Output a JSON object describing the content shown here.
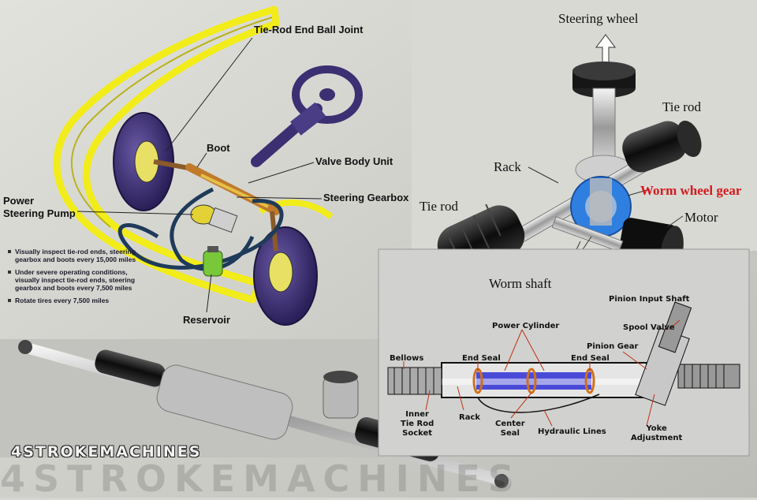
{
  "upper_left": {
    "tie_rod_end": "Tie-Rod End Ball Joint",
    "boot": "Boot",
    "valve_body": "Valve Body Unit",
    "power_steering_pump": "Power\nSteering Pump",
    "steering_gearbox": "Steering Gearbox",
    "reservoir": "Reservoir",
    "notes": [
      "Visually inspect tie-rod ends, steering gearbox and boots every 15,000 miles",
      "Under severe operating conditions, visually inspect tie-rod ends, steering gearbox and boots every 7,500 miles",
      "Rotate tires every 7,500 miles"
    ]
  },
  "upper_right": {
    "steering_wheel": "Steering wheel",
    "tie_rod_right": "Tie rod",
    "rack": "Rack",
    "worm_wheel_gear": "Worm wheel gear",
    "tie_rod_left": "Tie rod",
    "motor": "Motor",
    "worm_shaft": "Worm shaft"
  },
  "lower_right": {
    "pinion_input_shaft": "Pinion Input Shaft",
    "spool_valve": "Spool Valve",
    "power_cylinder": "Power Cylinder",
    "pinion_gear": "Pinion Gear",
    "bellows": "Bellows",
    "end_seal_left": "End Seal",
    "end_seal_right": "End Seal",
    "inner_tie_rod_socket": "Inner\nTie Rod\nSocket",
    "rack": "Rack",
    "center_seal": "Center\nSeal",
    "hydraulic_lines": "Hydraulic Lines",
    "yoke_adjustment": "Yoke\nAdjustment"
  },
  "watermark": {
    "logo": "4STROKEMACHINES"
  },
  "colors": {
    "accent_yellow": "#f2ec1a",
    "tire_purple": "#3c2f72",
    "worm_gear_blue": "#2f7fe0",
    "worm_label_red": "#d4191d",
    "cylinder_fluid": "#4a4ad8",
    "seal_orange": "#d0701c"
  }
}
